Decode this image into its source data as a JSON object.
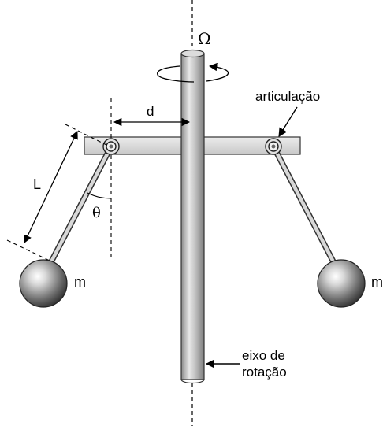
{
  "labels": {
    "omega": "Ω",
    "d": "d",
    "L": "L",
    "theta": "θ",
    "mass_left": "m",
    "mass_right": "m",
    "joint": "articulação",
    "axis_line1": "eixo de",
    "axis_line2": "rotação"
  },
  "colors": {
    "rod_light": "#e6e6e6",
    "rod_mid": "#bdbdbd",
    "rod_dark": "#7a7a7a",
    "bar_fill": "#d9d9d9",
    "outline": "#333333"
  }
}
